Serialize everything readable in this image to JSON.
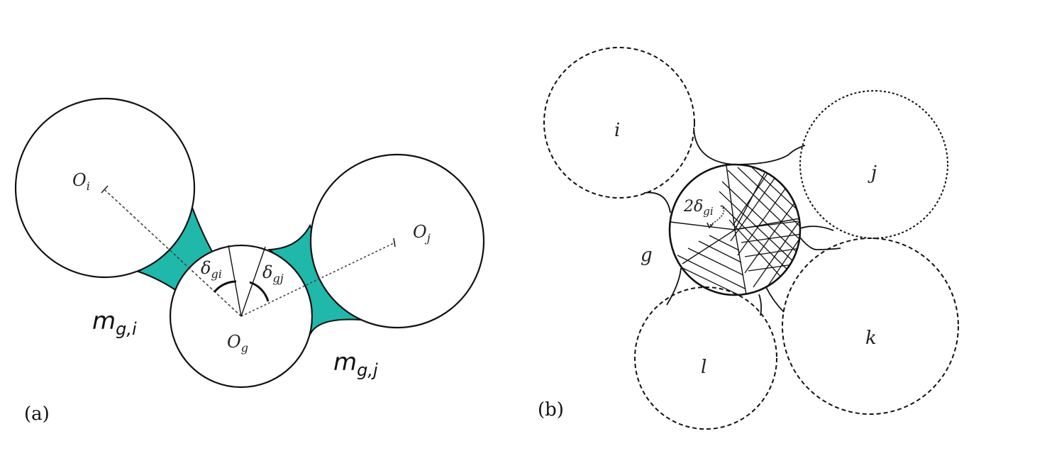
{
  "panel_a": {
    "label": "(a)",
    "centers": {
      "i": "O",
      "i_sub": "i",
      "j": "O",
      "j_sub": "j",
      "g": "O",
      "g_sub": "g"
    },
    "angles": {
      "gi": "δ",
      "gi_sub": "gi",
      "gj": "δ",
      "gj_sub": "gj"
    },
    "bridges": {
      "gi": "m",
      "gi_sub": "g,i",
      "gj": "m",
      "gj_sub": "g,j"
    },
    "bridge_color": "#1fb8aa"
  },
  "panel_b": {
    "label": "(b)",
    "particles": {
      "i": "i",
      "j": "j",
      "k": "k",
      "l": "l",
      "g": "g"
    },
    "angle": "2δ",
    "angle_sub": "gi"
  }
}
